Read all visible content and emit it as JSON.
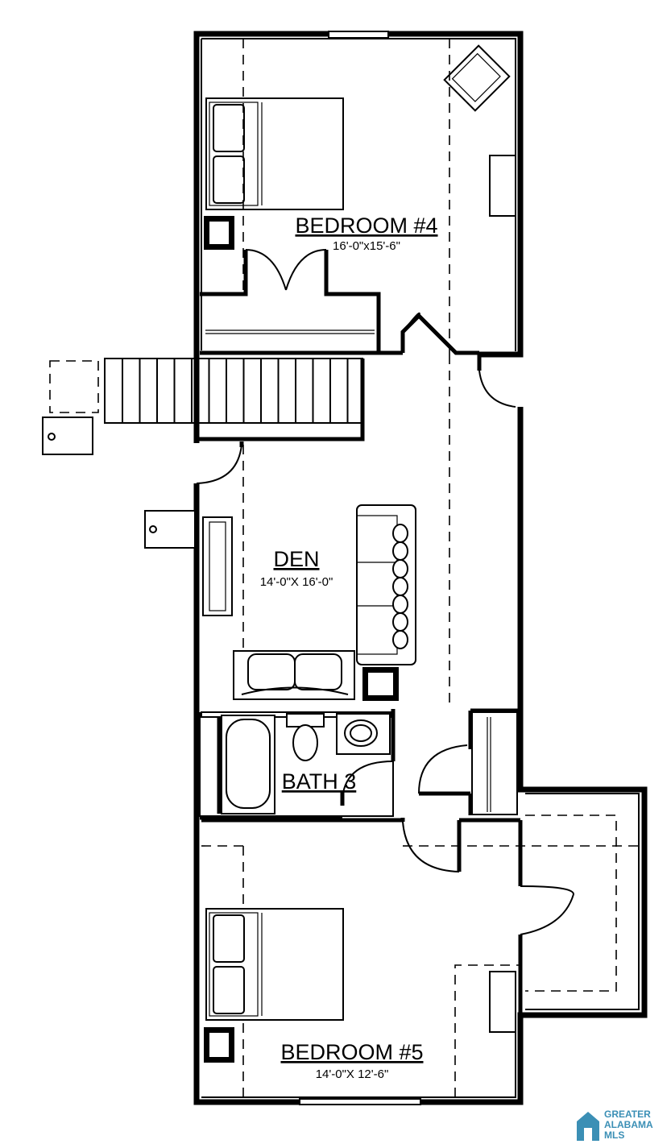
{
  "plan": {
    "rooms": [
      {
        "key": "bedroom4",
        "name": "BEDROOM #4",
        "dims": "16'-0\"x15'-6\""
      },
      {
        "key": "den",
        "name": "DEN",
        "dims": "14'-0\"X 16'-0\""
      },
      {
        "key": "bath3",
        "name": "BATH 3",
        "dims": ""
      },
      {
        "key": "bedroom5",
        "name": "BEDROOM #5",
        "dims": "14'-0\"X 12'-6\""
      }
    ]
  },
  "logo": {
    "line1": "GREATER",
    "line2": "ALABAMA",
    "line3": "MLS",
    "color": "#3b8fb5"
  }
}
